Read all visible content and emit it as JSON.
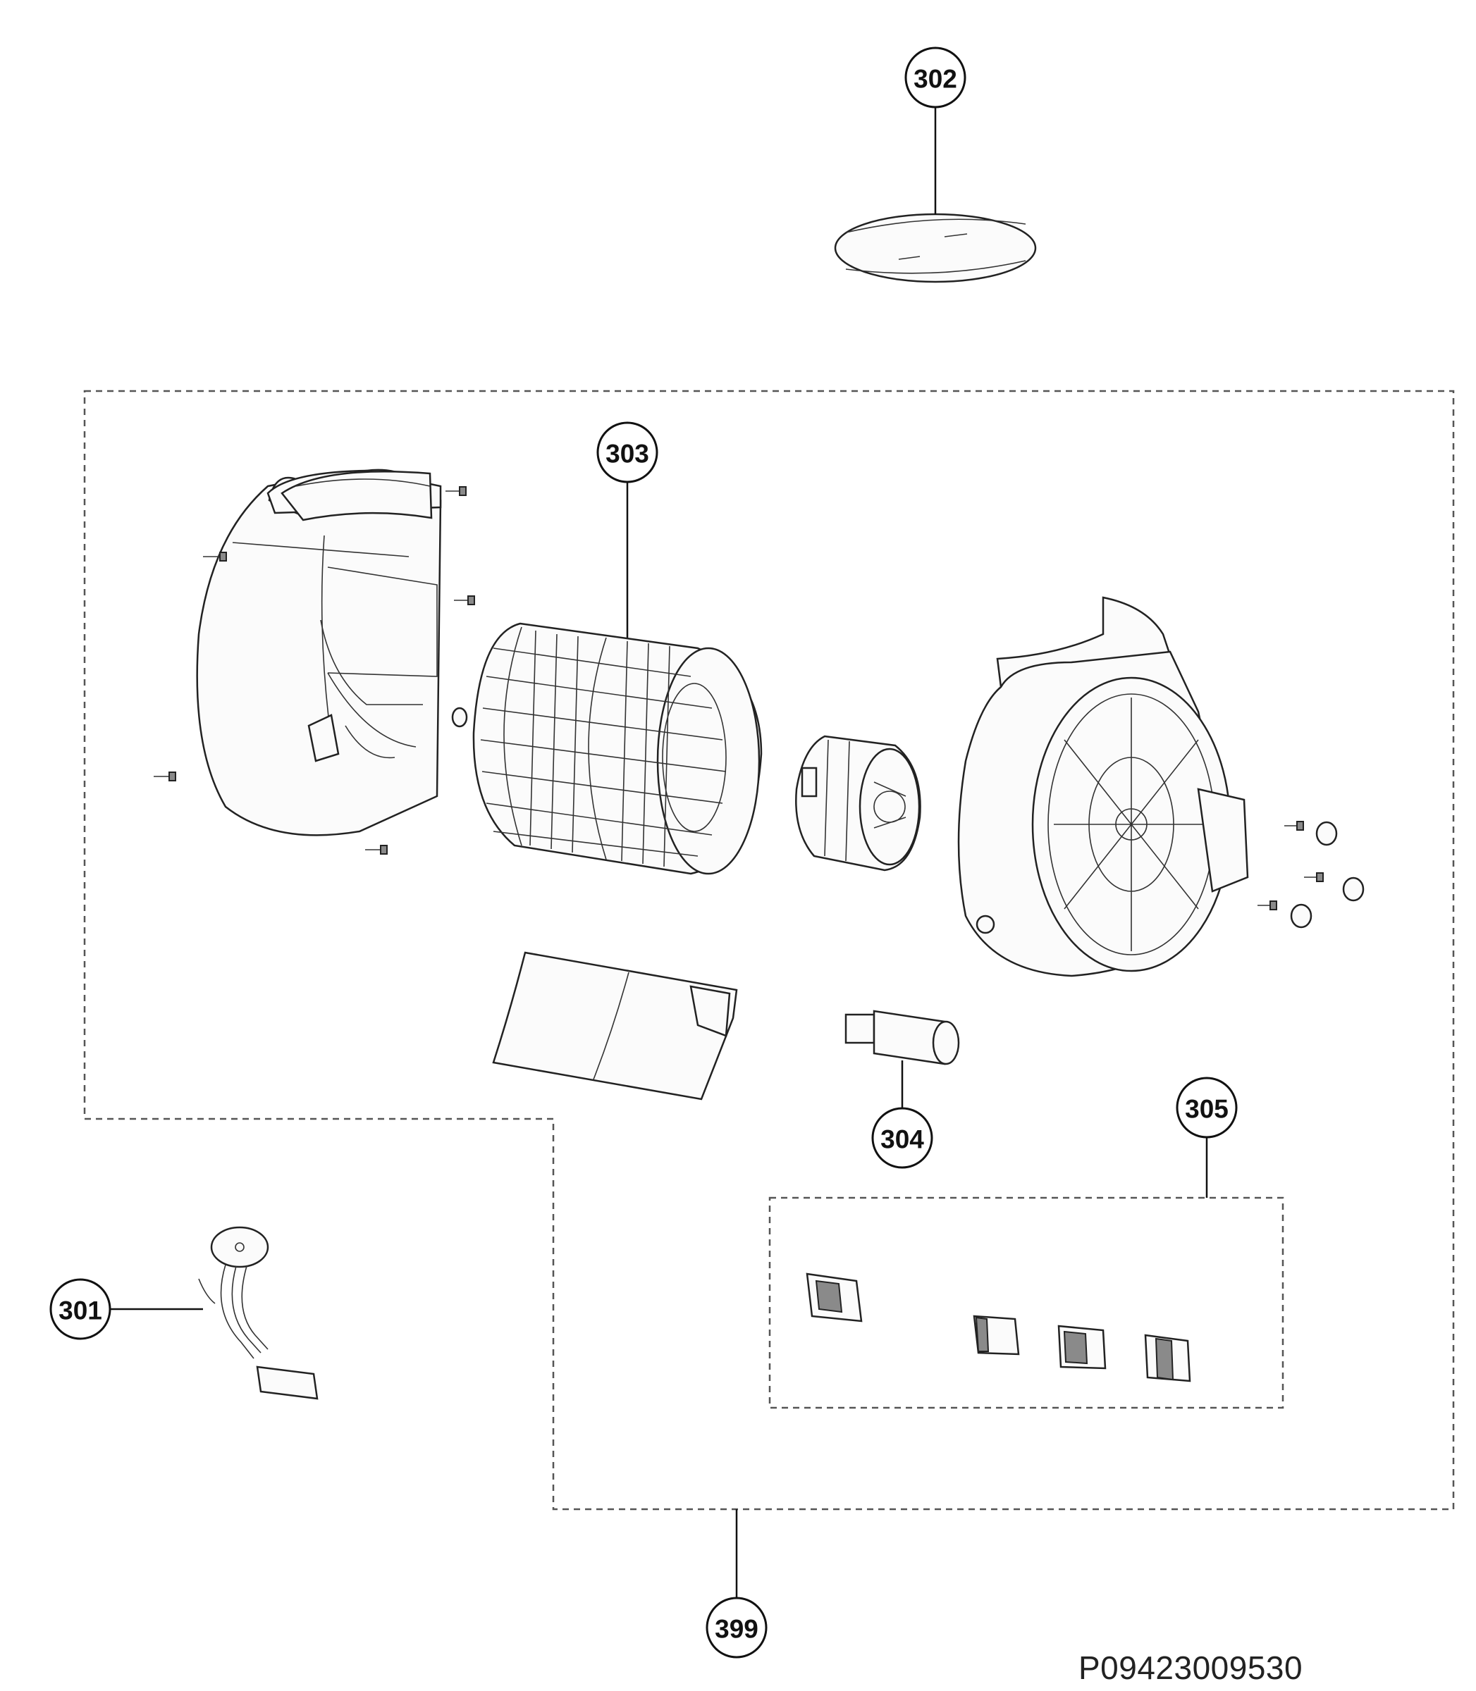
{
  "callouts": {
    "c301": "301",
    "c302": "302",
    "c303": "303",
    "c304": "304",
    "c305": "305",
    "c399": "399"
  },
  "document_code": "P09423009530",
  "colors": {
    "line": "#111111",
    "dashed_group": "#555555",
    "background": "#ffffff"
  }
}
